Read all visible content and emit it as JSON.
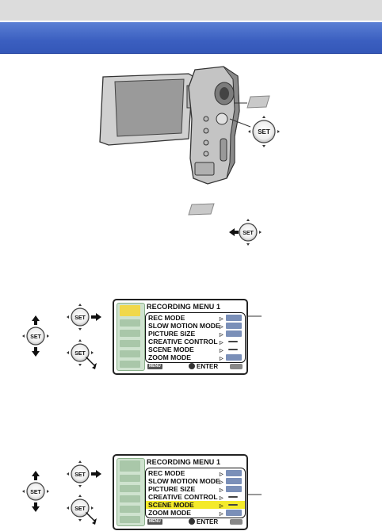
{
  "menus": [
    {
      "title": "RECORDING MENU 1",
      "items": [
        {
          "label": "REC MODE",
          "highlighted": false
        },
        {
          "label": "SLOW MOTION MODE",
          "highlighted": false
        },
        {
          "label": "PICTURE SIZE",
          "highlighted": false
        },
        {
          "label": "CREATIVE CONTROL",
          "highlighted": false
        },
        {
          "label": "SCENE MODE",
          "highlighted": false
        },
        {
          "label": "ZOOM MODE",
          "highlighted": false
        }
      ],
      "menu_key": "MENU",
      "enter_label": "ENTER"
    },
    {
      "title": "RECORDING MENU 1",
      "items": [
        {
          "label": "REC MODE",
          "highlighted": false
        },
        {
          "label": "SLOW MOTION MODE",
          "highlighted": false
        },
        {
          "label": "PICTURE SIZE",
          "highlighted": false
        },
        {
          "label": "CREATIVE CONTROL",
          "highlighted": false
        },
        {
          "label": "SCENE MODE",
          "highlighted": true
        },
        {
          "label": "ZOOM MODE",
          "highlighted": false
        }
      ],
      "menu_key": "MENU",
      "enter_label": "ENTER"
    }
  ],
  "set_button_label": "SET",
  "colors": {
    "header": "#3b5fc0",
    "highlight": "#f4ea2a",
    "menu_frame": "#111111"
  }
}
